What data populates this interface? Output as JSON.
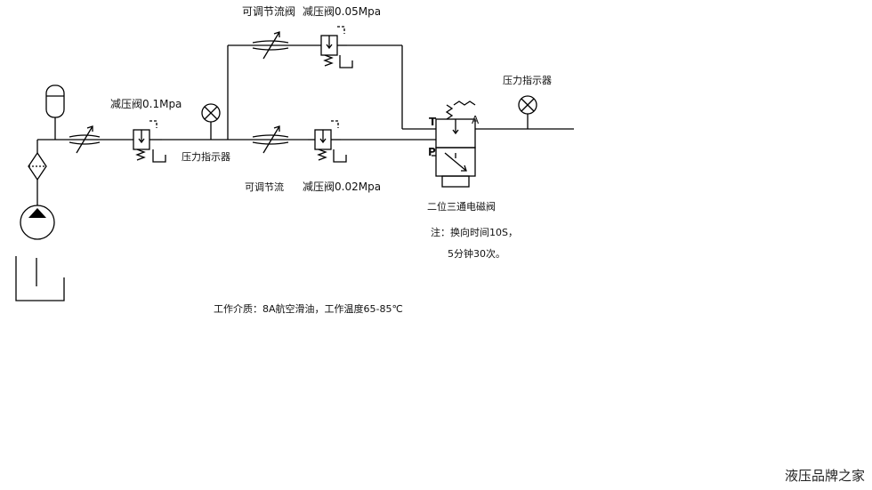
{
  "labels": {
    "throttle_top": "可调节流阀",
    "prv_top": "减压阀0.05Mpa",
    "prv_left": "减压阀0.1Mpa",
    "gauge_left": "压力指示器",
    "gauge_right": "压力指示器",
    "throttle_bottom": "可调节流",
    "prv_bottom": "减压阀0.02Mpa",
    "solenoid_valve": "二位三通电磁阀",
    "port_t": "T",
    "port_a": "A",
    "port_p": "P",
    "note_line1": "注：换向时间10S，",
    "note_line2": "5分钟30次。",
    "medium_note": "工作介质：8A航空滑油，工作温度65-85℃"
  },
  "watermark": "液压品牌之家"
}
